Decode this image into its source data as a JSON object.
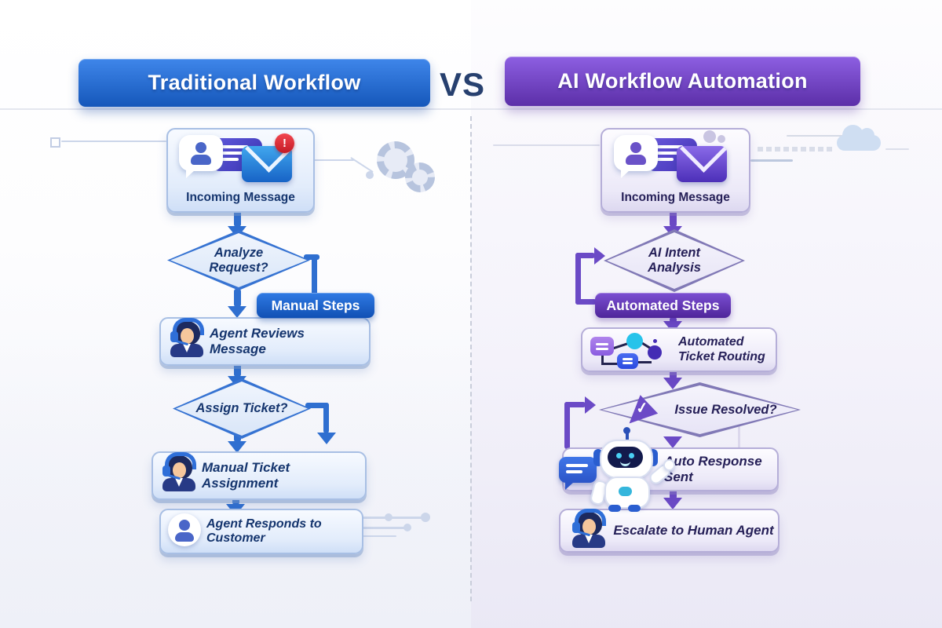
{
  "vs_label": "VS",
  "left": {
    "header": "Traditional Workflow",
    "incoming": "Incoming Message",
    "alert": "!",
    "analyze_l1": "Analyze",
    "analyze_l2": "Request?",
    "manual_steps": "Manual Steps",
    "agent_reviews": "Agent Reviews Message",
    "assign": "Assign Ticket?",
    "manual_assignment": "Manual Ticket Assignment",
    "agent_responds": "Agent Responds to Customer"
  },
  "right": {
    "header": "AI Workflow Automation",
    "incoming": "Incoming Message",
    "intent_l1": "AI Intent",
    "intent_l2": "Analysis",
    "automated_steps": "Automated Steps",
    "routing_l1": "Automated",
    "routing_l2": "Ticket Routing",
    "resolved": "Issue Resolved?",
    "check_glyph": "✓",
    "auto_response": "Auto Response Sent",
    "escalate": "Escalate to Human Agent"
  },
  "colors": {
    "left_accent": "#2f6fd0",
    "left_header_top": "#3f86ea",
    "left_header_bottom": "#1557ba",
    "left_text": "#15356e",
    "right_accent": "#6b4ac6",
    "right_header_top": "#8d5fe2",
    "right_header_bottom": "#5c2fa8",
    "right_text": "#262058",
    "alert_red": "#d92830",
    "vs_color": "#27406f"
  }
}
